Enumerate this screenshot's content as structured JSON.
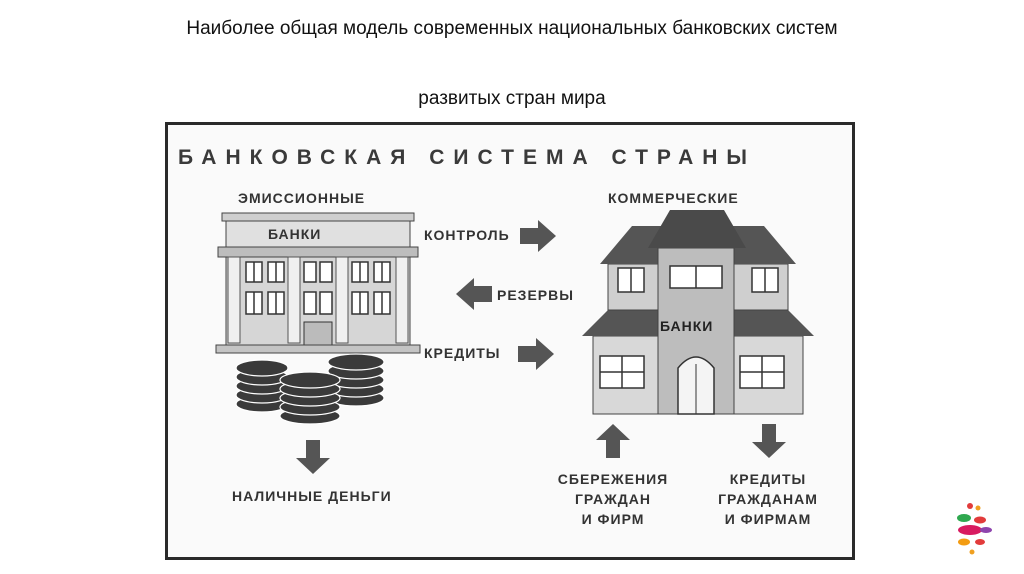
{
  "title": {
    "line1": "Наиболее общая модель современных национальных банковских систем",
    "line2": "развитых стран мира"
  },
  "diagram": {
    "heading": "БАНКОВСКАЯ СИСТЕМА СТРАНЫ",
    "left_label_top": "ЭМИССИОННЫЕ",
    "left_building_sign": "БАНКИ",
    "right_label_top": "КОММЕРЧЕСКИЕ",
    "right_building_sign": "БАНКИ",
    "arrow_control": "КОНТРОЛЬ",
    "arrow_reserves": "РЕЗЕРВЫ",
    "arrow_credits": "КРЕДИТЫ",
    "cash": "НАЛИЧНЫЕ ДЕНЬГИ",
    "savings": [
      "СБЕРЕЖЕНИЯ",
      "ГРАЖДАН",
      "И ФИРМ"
    ],
    "loans": [
      "КРЕДИТЫ",
      "ГРАЖДАНАМ",
      "И ФИРМАМ"
    ]
  },
  "colors": {
    "roof": "#555555",
    "wall": "#d4d4d4",
    "arrow": "#555555",
    "coin": "#3a3a3a"
  }
}
